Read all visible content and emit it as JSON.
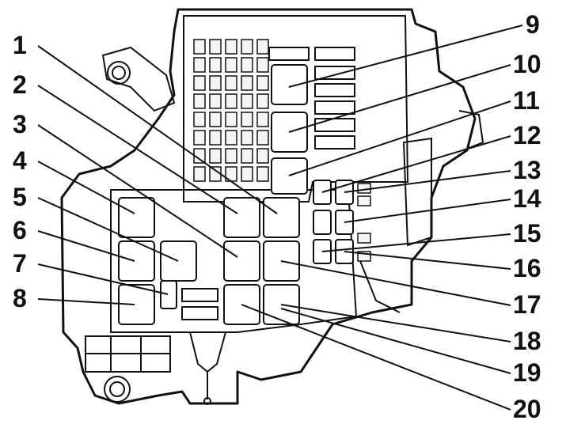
{
  "diagram": {
    "labels": [
      "1",
      "2",
      "3",
      "4",
      "5",
      "6",
      "7",
      "8",
      "9",
      "10",
      "11",
      "12",
      "13",
      "14",
      "15",
      "16",
      "17",
      "18",
      "19",
      "20"
    ]
  },
  "colors": {
    "ink": "#111111",
    "paper": "#ffffff"
  }
}
